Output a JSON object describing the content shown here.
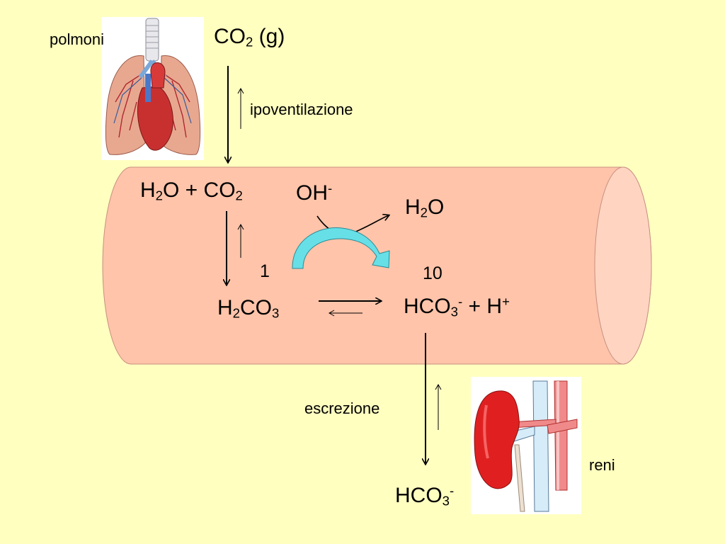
{
  "labels": {
    "lungs": "polmoni",
    "kidneys": "reni",
    "hypoventilation": "ipoventilazione",
    "excretion": "escrezione"
  },
  "chemistry": {
    "co2_gas": {
      "main": "CO",
      "sub": "2",
      "tail": " (g)"
    },
    "reactants": {
      "a": "H",
      "a_sub": "2",
      "b": "O + CO",
      "b_sub": "2"
    },
    "hydroxide": {
      "main": "OH",
      "sup": "-"
    },
    "water": {
      "a": "H",
      "a_sub": "2",
      "b": "O"
    },
    "carbonic_acid": {
      "a": "H",
      "a_sub": "2",
      "b": "CO",
      "b_sub": "3"
    },
    "products": {
      "a": "HCO",
      "a_sub": "3",
      "a_sup": "-",
      "b": " + H",
      "b_sup": "+"
    },
    "bicarbonate_out": {
      "a": "HCO",
      "a_sub": "3",
      "a_sup": "-"
    },
    "ratio_left": "1",
    "ratio_right": "10"
  },
  "colors": {
    "background": "#FFFFC0",
    "vessel_fill": "#FFC4AA",
    "vessel_end": "#FFD5C2",
    "turn_arrow": "#66E0E6",
    "kidney_red": "#E02020",
    "vein_blue": "#CFE8F5"
  },
  "icons": [
    "lungs-heart-illustration",
    "kidney-illustration"
  ]
}
